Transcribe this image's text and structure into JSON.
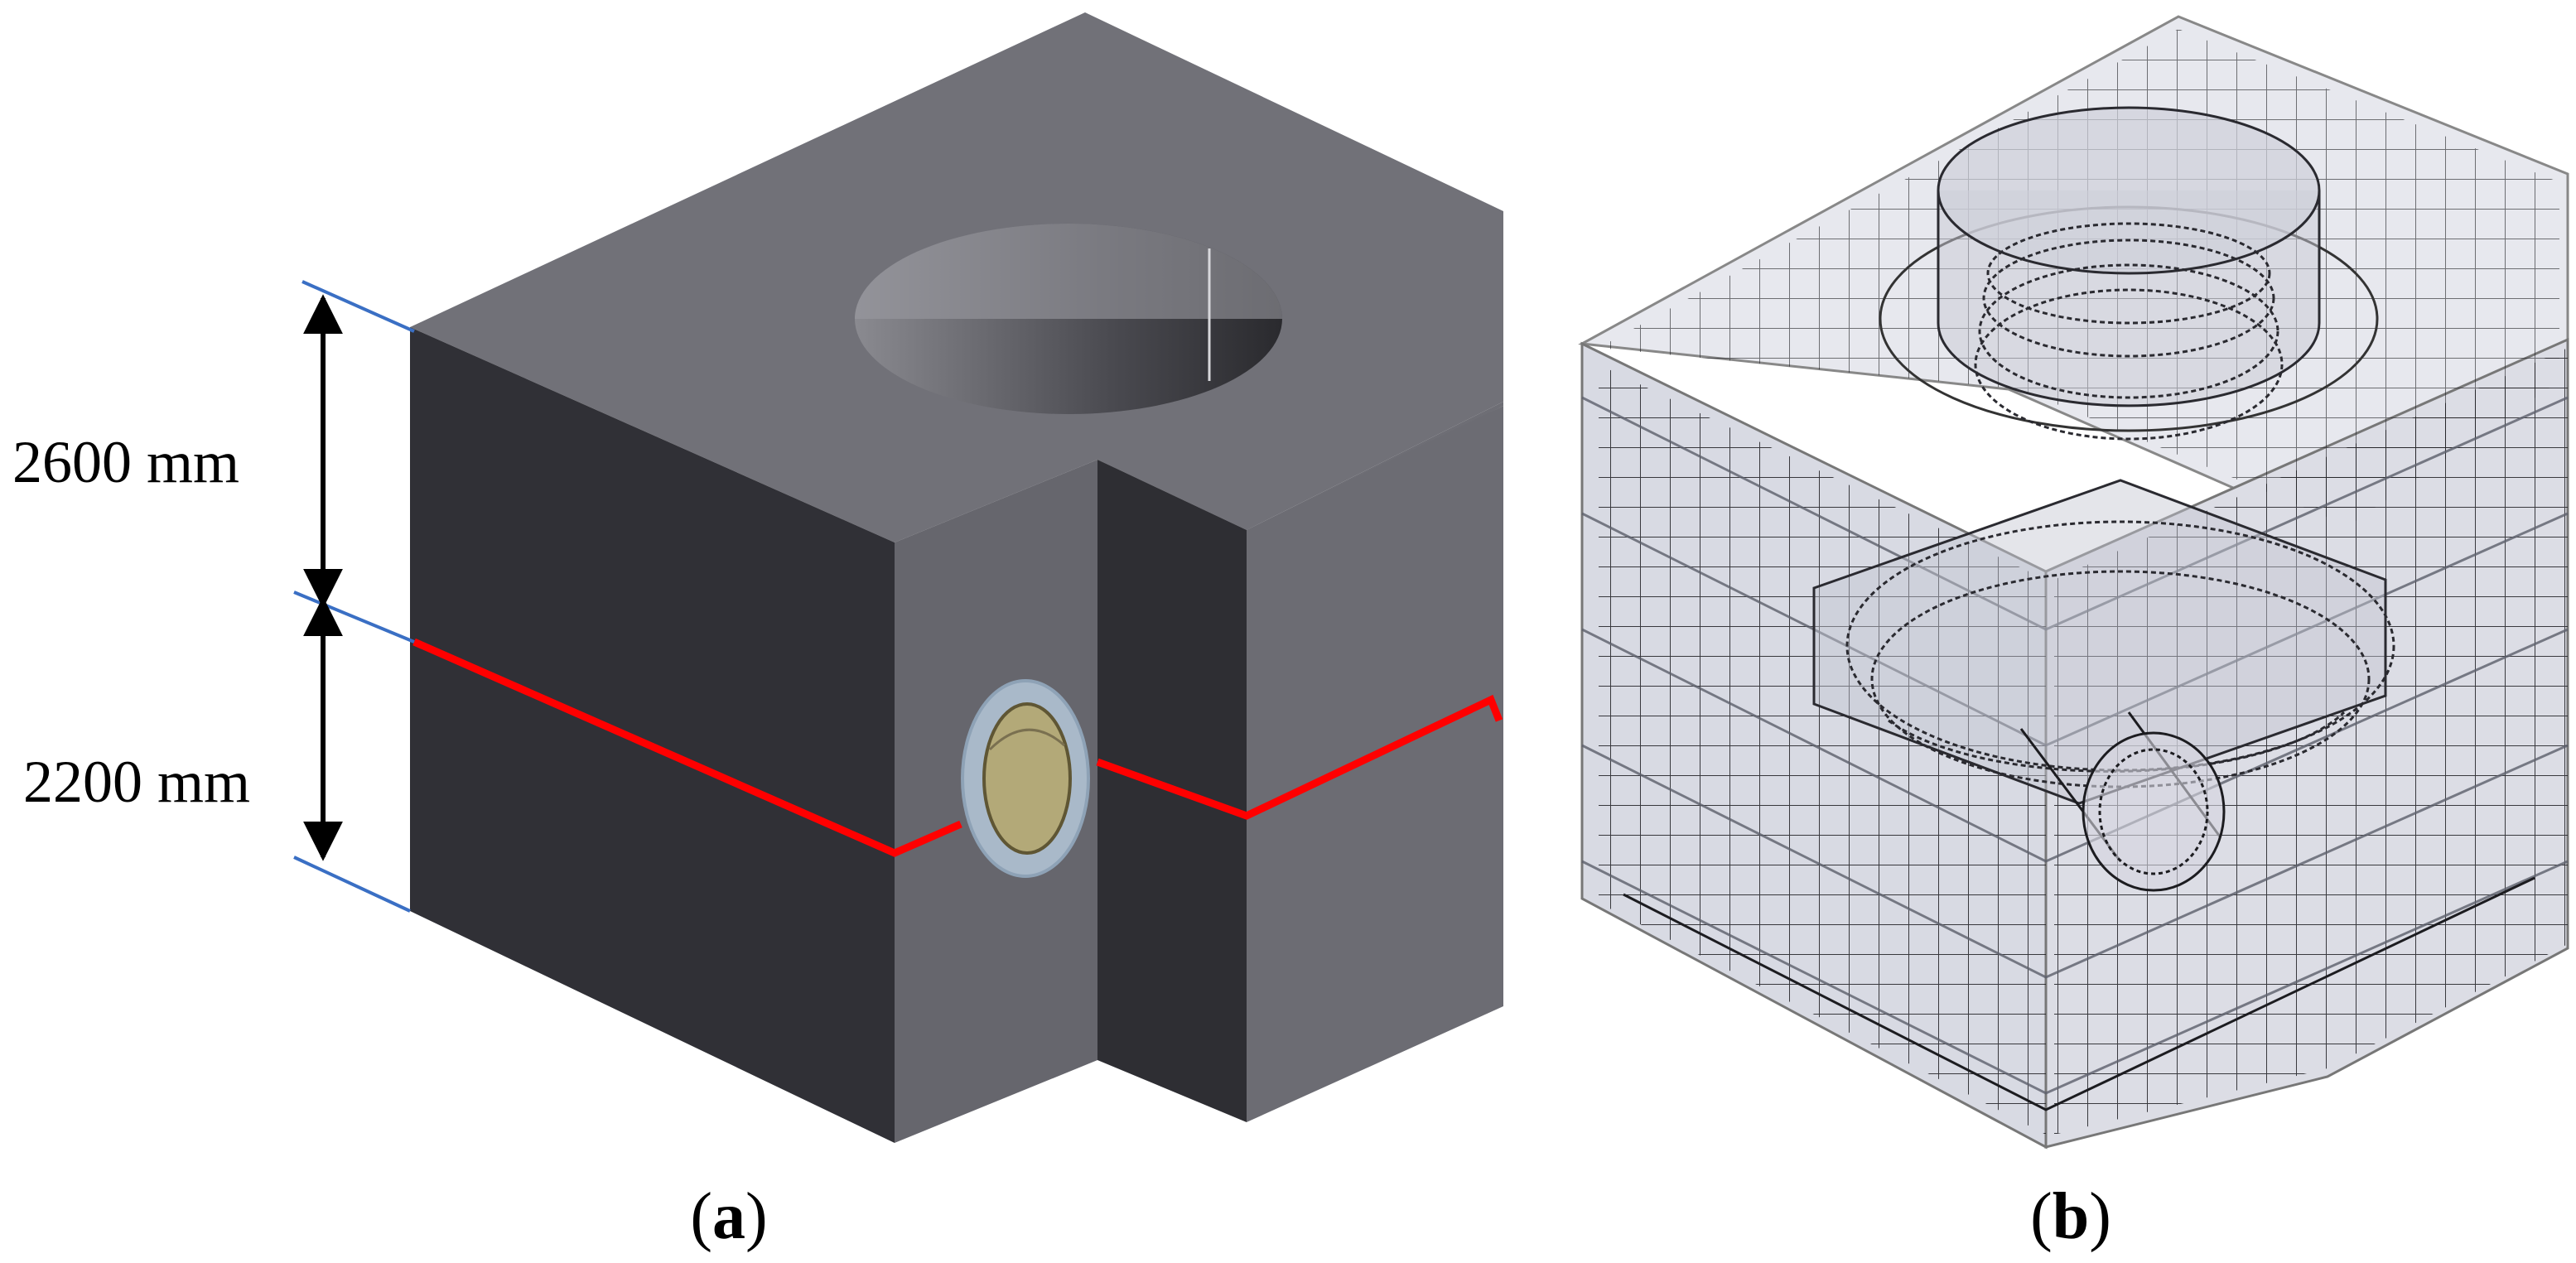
{
  "panel_a": {
    "dimension_upper": "2600 mm",
    "dimension_lower": "2200 mm",
    "caption_open": "(",
    "caption_letter": "a",
    "caption_close": ")"
  },
  "panel_b": {
    "caption_open": "(",
    "caption_letter": "b",
    "caption_close": ")"
  },
  "colors": {
    "section_line": "#ff0000",
    "dimension_guide": "#3a6fc4",
    "block_top": "#717178",
    "block_dark_face": "#2f2f34",
    "block_mid_face": "#65656c",
    "pipe_fill": "#b3a978",
    "pipe_ring": "#a9b9c9"
  }
}
